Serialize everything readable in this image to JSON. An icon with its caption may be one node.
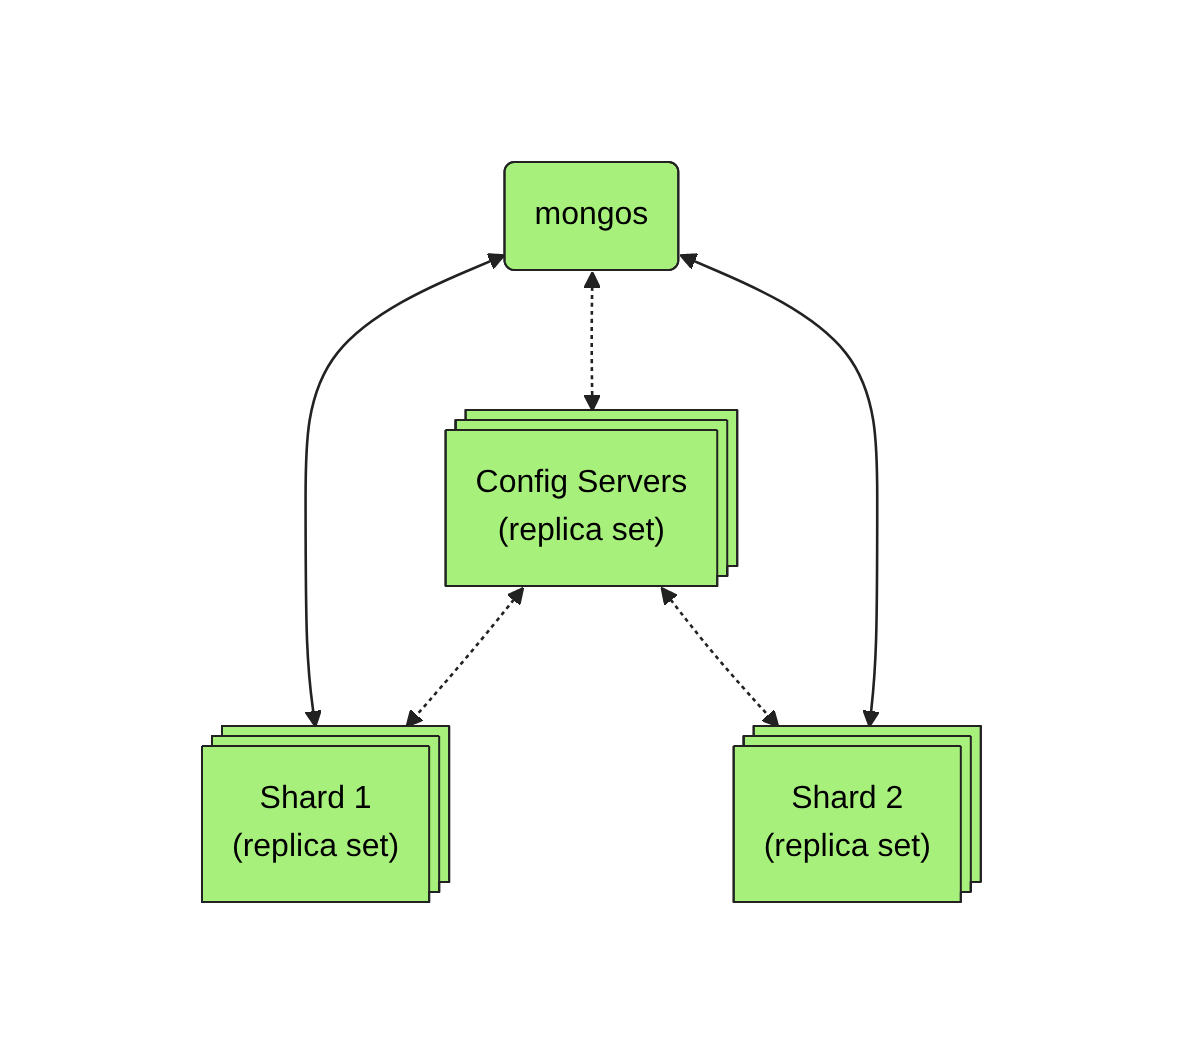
{
  "diagram": {
    "nodes": [
      {
        "text": [
          "mongos"
        ]
      },
      {
        "text": [
          "Config Servers",
          "(replica set)"
        ]
      },
      {
        "text": [
          "Shard 1",
          "(replica set)"
        ]
      },
      {
        "text": [
          "Shard 2",
          "(replica set)"
        ]
      }
    ],
    "edges": [
      {
        "from": 0,
        "to": 2,
        "arrow": "both"
      },
      {
        "from": 0,
        "to": 1,
        "arrow": "both",
        "style": "dashed"
      },
      {
        "from": 0,
        "to": 3,
        "arrow": "both"
      },
      {
        "from": 1,
        "to": 2,
        "arrow": "both",
        "style": "dashed"
      },
      {
        "from": 1,
        "to": 3,
        "arrow": "both",
        "style": "dashed"
      }
    ]
  }
}
